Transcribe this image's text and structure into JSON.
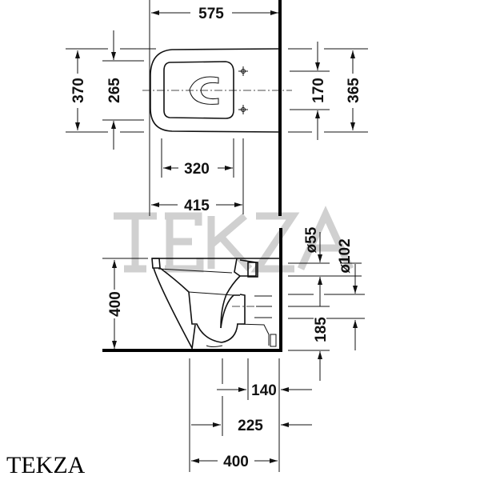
{
  "watermark": "TEKZA",
  "brand": "TEKZA",
  "top_view": {
    "width_575": "575",
    "depth_370": "370",
    "seat_265": "265",
    "holes_170": "170",
    "depth_365": "365",
    "holes_320": "320",
    "holes_415": "415"
  },
  "side_view": {
    "height_400": "400",
    "dia_55": "ø55",
    "dia_102": "ø102",
    "outlet_185": "185",
    "dist_140": "140",
    "dist_225": "225",
    "depth_400": "400"
  }
}
